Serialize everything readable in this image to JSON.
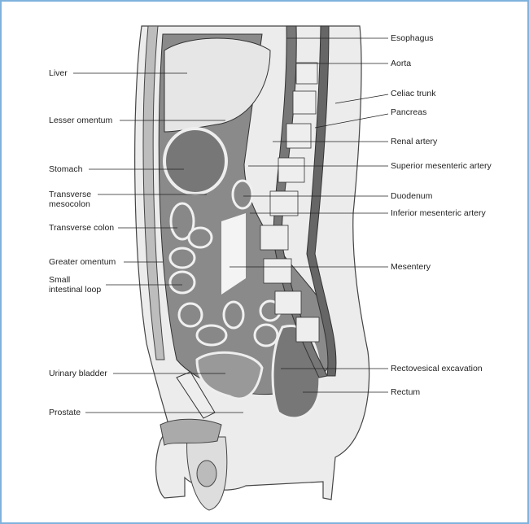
{
  "figure": {
    "left_labels": [
      {
        "id": "liver",
        "text": "Liver"
      },
      {
        "id": "lesser-omentum",
        "text": "Lesser omentum"
      },
      {
        "id": "stomach",
        "text": "Stomach"
      },
      {
        "id": "transverse-mesocolon",
        "text": "Transverse\nmesocolon"
      },
      {
        "id": "transverse-colon",
        "text": "Transverse colon"
      },
      {
        "id": "greater-omentum",
        "text": "Greater omentum"
      },
      {
        "id": "small-intestinal-loop",
        "text": "Small\nintestinal loop"
      },
      {
        "id": "urinary-bladder",
        "text": "Urinary bladder"
      },
      {
        "id": "prostate",
        "text": "Prostate"
      }
    ],
    "right_labels": [
      {
        "id": "esophagus",
        "text": "Esophagus"
      },
      {
        "id": "aorta",
        "text": "Aorta"
      },
      {
        "id": "celiac-trunk",
        "text": "Celiac trunk"
      },
      {
        "id": "pancreas",
        "text": "Pancreas"
      },
      {
        "id": "renal-artery",
        "text": "Renal artery"
      },
      {
        "id": "superior-mesenteric-artery",
        "text": "Superior mesenteric artery"
      },
      {
        "id": "duodenum",
        "text": "Duodenum"
      },
      {
        "id": "inferior-mesenteric-artery",
        "text": "Inferior mesenteric artery"
      },
      {
        "id": "mesentery",
        "text": "Mesentery"
      },
      {
        "id": "rectovesical-excavation",
        "text": "Rectovesical excavation"
      },
      {
        "id": "rectum",
        "text": "Rectum"
      }
    ],
    "colors": {
      "frame": "#7fb2dc",
      "dark": "#6e6e6e",
      "mid": "#a8a8a8",
      "light": "#e2e2e2"
    }
  }
}
